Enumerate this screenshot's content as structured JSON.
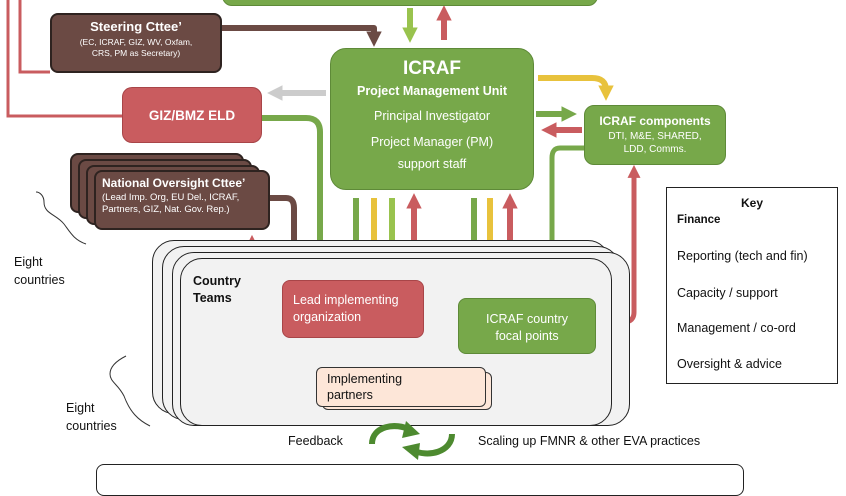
{
  "colors": {
    "finance": "#99c34e",
    "reporting": "#c95c5f",
    "capacity": "#77a84a",
    "management": "#e8c23c",
    "coord": "#cccccc",
    "oversight": "#6b4a44"
  },
  "steering": {
    "title": "Steering Cttee’",
    "line1": "(EC, ICRAF, GIZ, WV, Oxfam,",
    "line2": "CRS, PM as Secretary)"
  },
  "pmu": {
    "title": "ICRAF",
    "subtitle": "Project Management Unit",
    "line1": "Principal Investigator",
    "line2": "Project Manager (PM)",
    "line3": "support staff"
  },
  "giz": {
    "label": "GIZ/BMZ ELD"
  },
  "components": {
    "title": "ICRAF components",
    "line1": "DTI, M&E, SHARED,",
    "line2": "LDD, Comms."
  },
  "national": {
    "title": "National Oversight Cttee’",
    "line1": "(Lead Imp. Org, EU Del., ICRAF,",
    "line2": "Partners, GIZ, Nat. Gov. Rep.)"
  },
  "country_teams": {
    "line1": "Country",
    "line2": "Teams"
  },
  "lead_org": {
    "line1": "Lead implementing",
    "line2": "organization"
  },
  "focal": {
    "line1": "ICRAF country",
    "line2": "focal points"
  },
  "partners": {
    "line1": "Implementing",
    "line2": "partners"
  },
  "eight_countries_1": {
    "line1": "Eight",
    "line2": "countries"
  },
  "eight_countries_2": {
    "line1": "Eight",
    "line2": "countries"
  },
  "feedback": "Feedback",
  "scaling": "Scaling up FMNR & other EVA practices",
  "key": {
    "title": "Key",
    "items": [
      "Finance",
      "Reporting (tech and fin)",
      "Capacity / support",
      "Management / co-ord",
      "Oversight & advice"
    ]
  }
}
